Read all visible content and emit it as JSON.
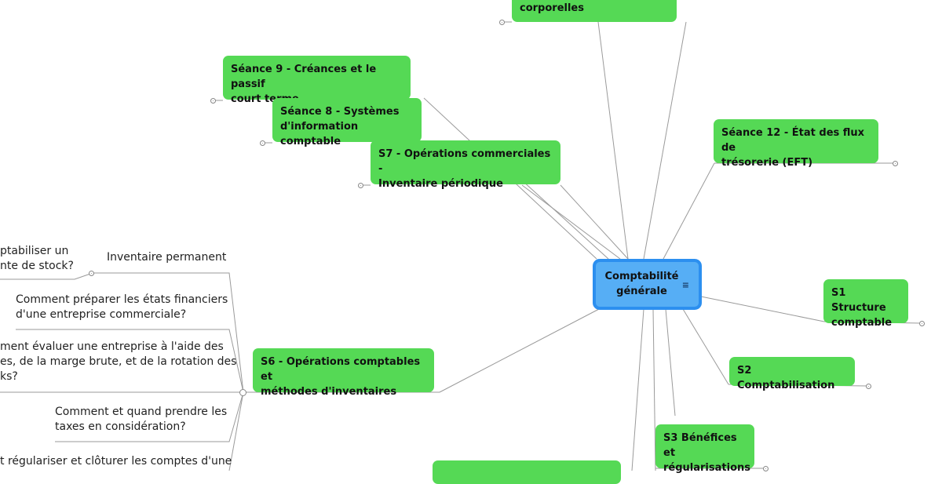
{
  "root": {
    "line1": "Comptabilité",
    "line2": "générale",
    "icon": "notes-icon"
  },
  "nodes": {
    "top_partial": {
      "line1": "corporelles"
    },
    "s9": {
      "line1": "Séance 9 - Créances et le passif",
      "line2": "court terme"
    },
    "s8": {
      "line1": "Séance 8 - Systèmes",
      "line2": "d'information comptable"
    },
    "s7": {
      "line1": "S7 - Opérations commerciales  -",
      "line2": "Inventaire périodique"
    },
    "s12": {
      "line1": "Séance 12 - État des flux de",
      "line2": "trésorerie (EFT)"
    },
    "s1": {
      "line1": "S1  Structure",
      "line2": "comptable"
    },
    "s2": {
      "line1": "S2 Comptabilisation"
    },
    "s3": {
      "line1": "S3 Bénéfices et",
      "line2": "régularisations"
    },
    "s6": {
      "line1": "S6 - Opérations comptables et",
      "line2": "méthodes d'inventaires"
    }
  },
  "questions": {
    "q_inv": {
      "line1": "Inventaire permanent"
    },
    "q_inv_sub": {
      "line1": "ptabiliser un",
      "line2": "nte de stock?"
    },
    "q_etats": {
      "line1": "Comment préparer les états financiers",
      "line2": "d'une entreprise commerciale?"
    },
    "q_eval": {
      "line1": "ment évaluer une entreprise à l'aide des",
      "line2": "es, de la marge brute, et de la rotation des",
      "line3": "ks?"
    },
    "q_taxes": {
      "line1": "Comment et quand prendre les",
      "line2": "taxes en considération?"
    },
    "q_regul": {
      "line1": "t régulariser et clôturer les comptes d'une"
    }
  },
  "colors": {
    "node": "#55d955",
    "root_fill": "#56aef5",
    "root_border": "#2c8fef",
    "line": "#999999"
  }
}
